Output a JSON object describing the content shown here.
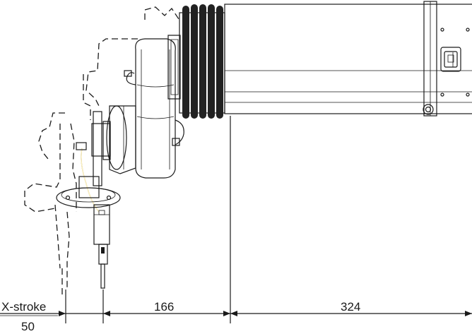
{
  "dimensions": {
    "x_stroke_label": "X-stroke",
    "x_stroke_value": "50",
    "arm_length": "166",
    "body_length": "324"
  },
  "colors": {
    "body_fill": "#fcf0c0",
    "bellows_fill": "#222222",
    "ink": "#1a1a1a"
  }
}
